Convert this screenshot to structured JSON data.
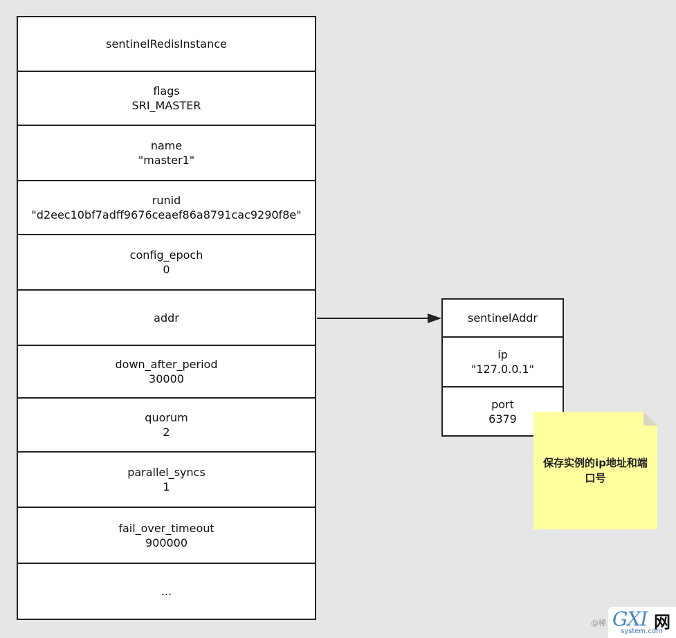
{
  "struct": {
    "cells": [
      {
        "label": "sentinelRedisInstance",
        "value": ""
      },
      {
        "label": "flags",
        "value": "SRI_MASTER"
      },
      {
        "label": "name",
        "value": "\"master1\""
      },
      {
        "label": "runid",
        "value": "\"d2eec10bf7adff9676ceaef86a8791cac9290f8e\""
      },
      {
        "label": "config_epoch",
        "value": "0"
      },
      {
        "label": "addr",
        "value": ""
      },
      {
        "label": "down_after_period",
        "value": "30000"
      },
      {
        "label": "quorum",
        "value": "2"
      },
      {
        "label": "parallel_syncs",
        "value": "1"
      },
      {
        "label": "fail_over_timeout",
        "value": "900000"
      },
      {
        "label": "...",
        "value": ""
      }
    ]
  },
  "addr_struct": {
    "cells": [
      {
        "label": "sentinelAddr",
        "value": ""
      },
      {
        "label": "ip",
        "value": "\"127.0.0.1\""
      },
      {
        "label": "port",
        "value": "6379"
      }
    ]
  },
  "note": {
    "text": "保存实例的ip地址和端口号"
  },
  "watermark": {
    "prefix": "@稀",
    "brand": "GXI",
    "brand_cn": "网",
    "url": "system.com"
  }
}
